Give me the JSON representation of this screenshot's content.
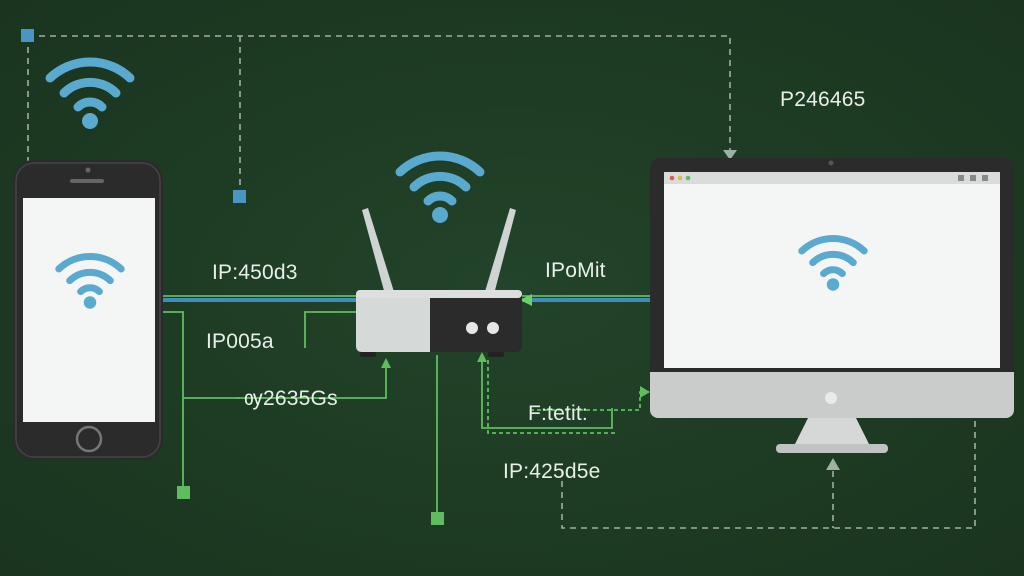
{
  "labels": {
    "top_right": "P246465",
    "phone_link": "IP:450d3",
    "phone_branch_1": "IP005a",
    "phone_branch_2": "ѹ2635Gs",
    "monitor_link": "IPoMit",
    "router_branch": "F:tetit:",
    "bottom_ip": "IP:425d5e"
  },
  "colors": {
    "background": "#1e3a22",
    "wifi": "#5aa9cf",
    "dashed_line": "#9fb0a4",
    "green_line": "#5fbd5f",
    "blue_link": "#3f8db8",
    "device_body": "#2b2b2b",
    "screen": "#f4f6f6"
  },
  "icons": [
    "wifi-icon",
    "smartphone-icon",
    "router-icon",
    "desktop-monitor-icon"
  ]
}
